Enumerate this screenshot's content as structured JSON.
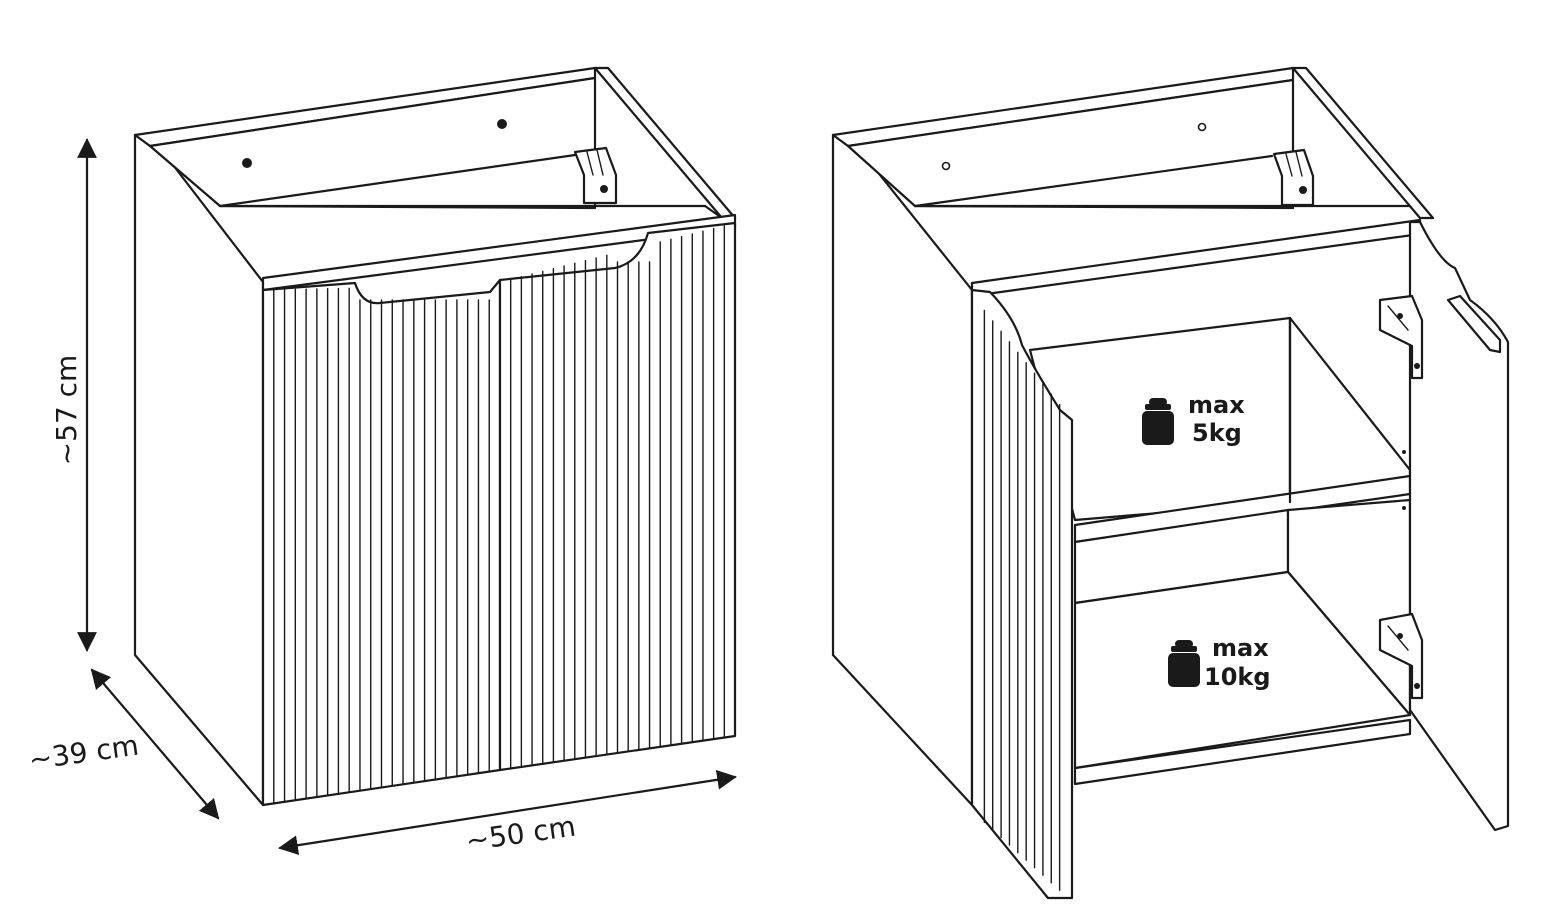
{
  "dimensions": {
    "height_label": "~57 cm",
    "depth_label": "~39 cm",
    "width_label": "~50 cm"
  },
  "shelves": {
    "upper_load_line1": "max",
    "upper_load_line2": "5kg",
    "lower_load_line1": "max",
    "lower_load_line2": "10kg"
  },
  "icons": {
    "weight": "weight-icon",
    "hinge": "hinge-icon",
    "mounting_bracket": "mounting-bracket-icon"
  },
  "colors": {
    "line": "#1a1a1a",
    "background": "#ffffff"
  }
}
